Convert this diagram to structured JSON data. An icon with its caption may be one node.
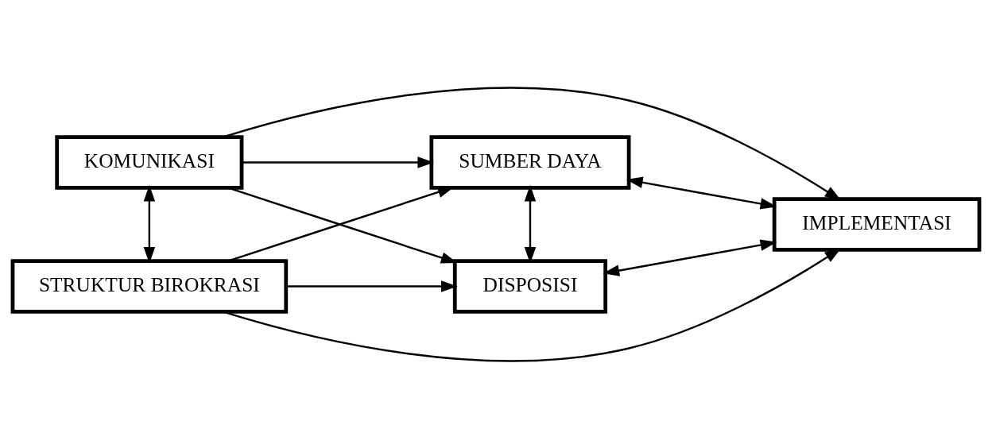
{
  "diagram": {
    "nodes": [
      {
        "text": [
          "KOMUNIKASI"
        ]
      },
      {
        "text": [
          "SUMBER DAYA"
        ]
      },
      {
        "text": [
          "IMPLEMENTASI"
        ]
      },
      {
        "text": [
          "DISPOSISI"
        ]
      },
      {
        "text": [
          "STRUKTUR BIROKRASI"
        ]
      }
    ],
    "edges": [
      {
        "from": 0,
        "to": 1,
        "arrow": "to"
      },
      {
        "from": 0,
        "to": 2,
        "arrow": "to"
      },
      {
        "from": 0,
        "to": 3,
        "arrow": "to"
      },
      {
        "from": 0,
        "to": 4,
        "arrow": "both"
      },
      {
        "from": 1,
        "to": 2,
        "arrow": "both"
      },
      {
        "from": 1,
        "to": 3,
        "arrow": "both"
      },
      {
        "from": 3,
        "to": 2,
        "arrow": "both"
      },
      {
        "from": 4,
        "to": 1,
        "arrow": "to"
      },
      {
        "from": 4,
        "to": 3,
        "arrow": "to"
      },
      {
        "from": 4,
        "to": 2,
        "arrow": "to"
      }
    ]
  }
}
